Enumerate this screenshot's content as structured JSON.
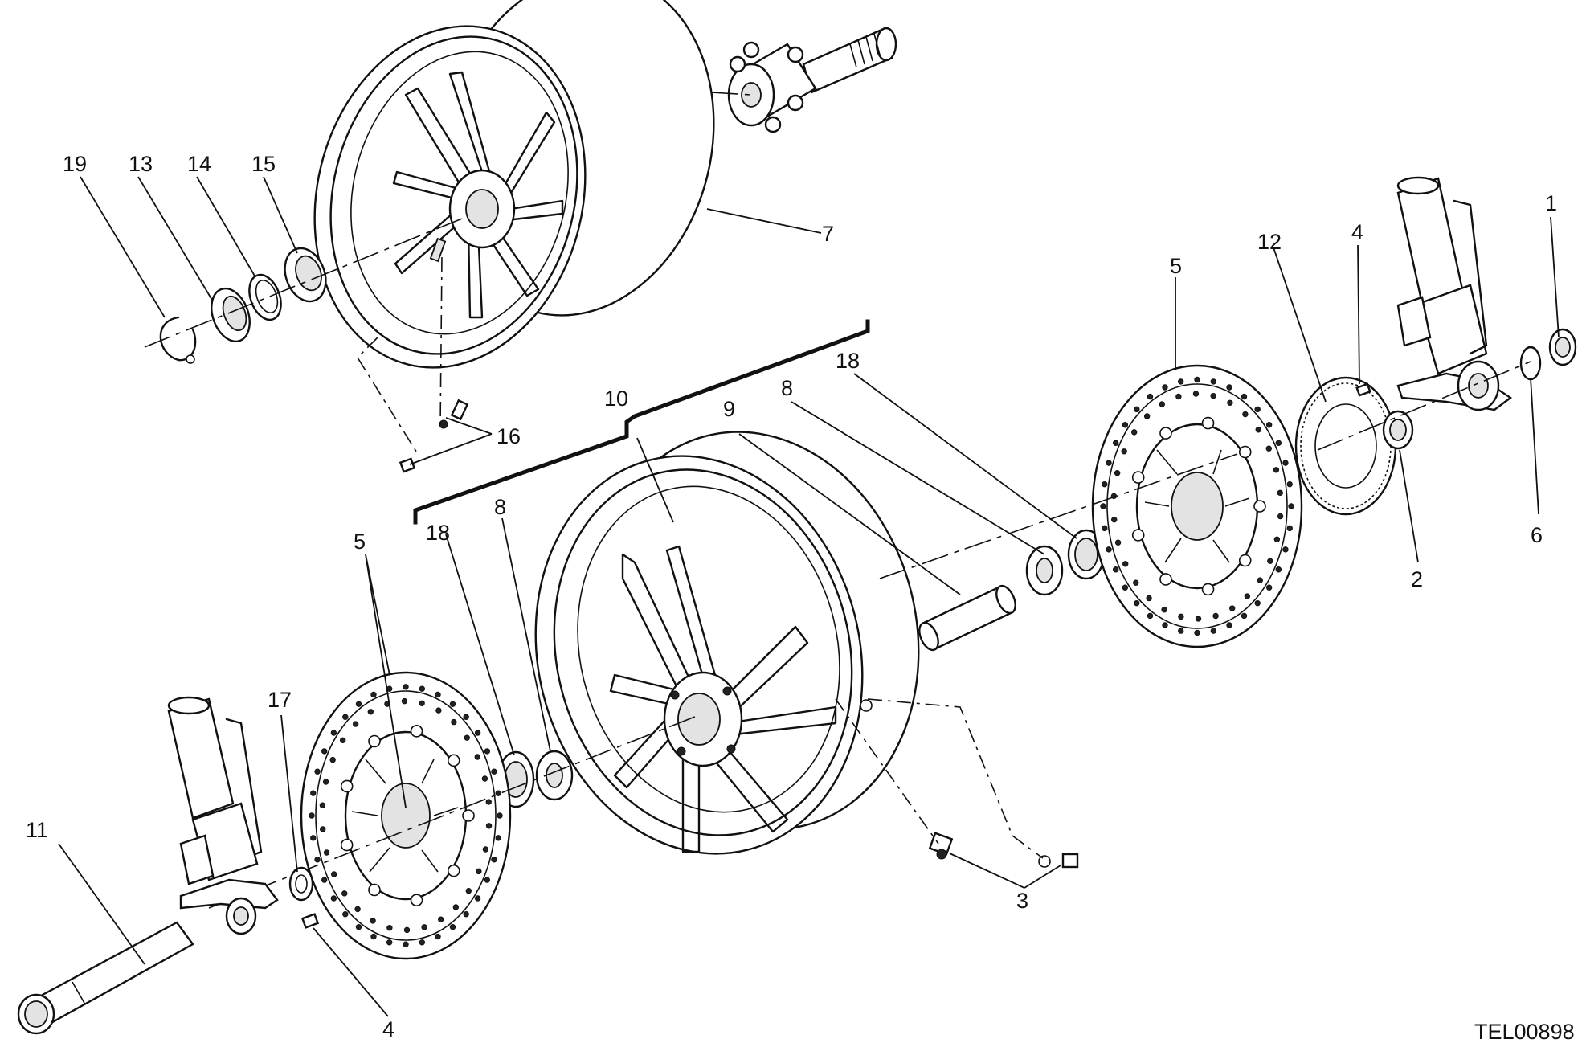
{
  "figure_code": "TEL00898",
  "callouts": [
    {
      "id": "c1",
      "text": "1"
    },
    {
      "id": "c2",
      "text": "2"
    },
    {
      "id": "c3",
      "text": "3"
    },
    {
      "id": "c4a",
      "text": "4"
    },
    {
      "id": "c4b",
      "text": "4"
    },
    {
      "id": "c5a",
      "text": "5"
    },
    {
      "id": "c5b",
      "text": "5"
    },
    {
      "id": "c6",
      "text": "6"
    },
    {
      "id": "c7",
      "text": "7"
    },
    {
      "id": "c8a",
      "text": "8"
    },
    {
      "id": "c8b",
      "text": "8"
    },
    {
      "id": "c9",
      "text": "9"
    },
    {
      "id": "c10",
      "text": "10"
    },
    {
      "id": "c11",
      "text": "11"
    },
    {
      "id": "c12",
      "text": "12"
    },
    {
      "id": "c13",
      "text": "13"
    },
    {
      "id": "c14",
      "text": "14"
    },
    {
      "id": "c15",
      "text": "15"
    },
    {
      "id": "c16",
      "text": "16"
    },
    {
      "id": "c17",
      "text": "17"
    },
    {
      "id": "c18a",
      "text": "18"
    },
    {
      "id": "c18b",
      "text": "18"
    },
    {
      "id": "c19",
      "text": "19"
    }
  ]
}
